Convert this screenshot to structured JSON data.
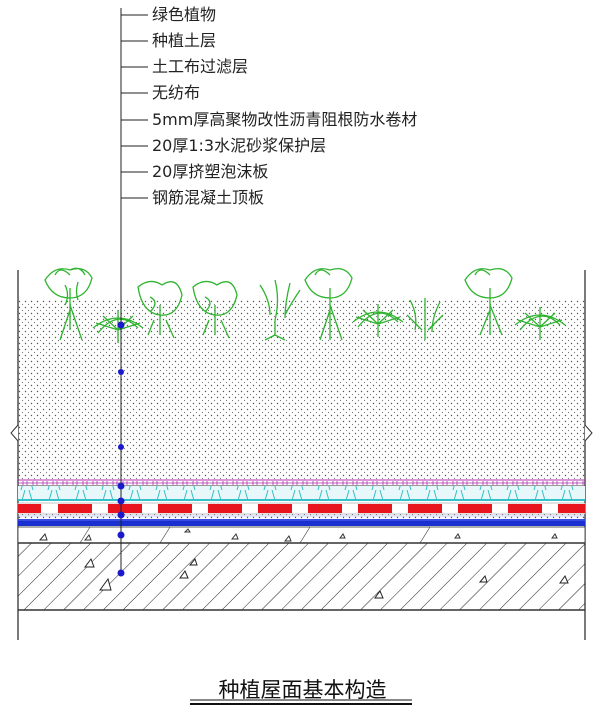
{
  "labels": [
    "绿色植物",
    "种植土层",
    "土工布过滤层",
    "无纺布",
    "5mm厚高聚物改性沥青阻根防水卷材",
    "20厚1:3水泥砂浆保护层",
    "20厚挤塑泡沫板",
    "钢筋混凝土顶板"
  ],
  "title": "种植屋面基本构造",
  "colors": {
    "plant": "#2fb42f",
    "marker": "#1a1acc",
    "red_band": "#e8141e",
    "blue_band": "#1a2fd0",
    "cyan": "#33c0c8",
    "pink": "#b030b0"
  }
}
